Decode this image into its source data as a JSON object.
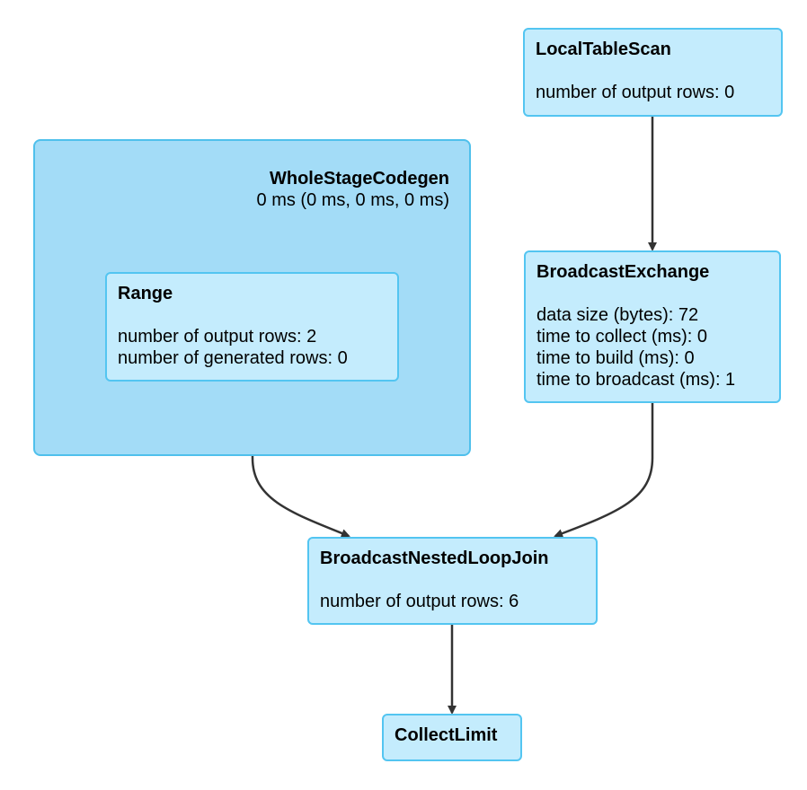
{
  "cluster": {
    "name": "WholeStageCodegen",
    "timing": "0 ms (0 ms, 0 ms, 0 ms)"
  },
  "nodes": {
    "local_table_scan": {
      "title": "LocalTableScan",
      "metrics": [
        "number of output rows: 0"
      ]
    },
    "broadcast_exchange": {
      "title": "BroadcastExchange",
      "metrics": [
        "data size (bytes): 72",
        "time to collect (ms): 0",
        "time to build (ms): 0",
        "time to broadcast (ms): 1"
      ]
    },
    "range": {
      "title": "Range",
      "metrics": [
        "number of output rows: 2",
        "number of generated rows: 0"
      ]
    },
    "broadcast_nested_loop_join": {
      "title": "BroadcastNestedLoopJoin",
      "metrics": [
        "number of output rows: 6"
      ]
    },
    "collect_limit": {
      "title": "CollectLimit",
      "metrics": []
    }
  },
  "edges": [
    {
      "from": "LocalTableScan",
      "to": "BroadcastExchange"
    },
    {
      "from": "Range",
      "to": "BroadcastNestedLoopJoin"
    },
    {
      "from": "BroadcastExchange",
      "to": "BroadcastNestedLoopJoin"
    },
    {
      "from": "BroadcastNestedLoopJoin",
      "to": "CollectLimit"
    }
  ],
  "colors": {
    "cluster_fill": "#a3dcf7",
    "cluster_border": "#4fc0ec",
    "node_fill": "#c4ecfd",
    "node_border": "#53c5f1",
    "edge": "#333333"
  }
}
